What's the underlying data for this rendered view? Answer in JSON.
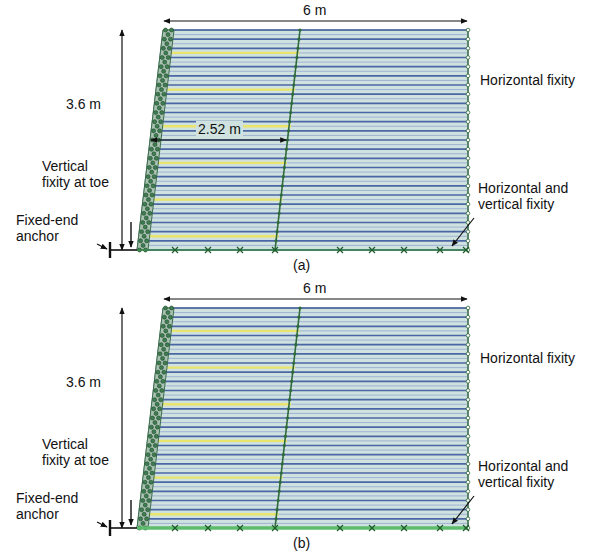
{
  "diagram": {
    "labels": [
      "6 m",
      "3.6 m",
      "2.52 m",
      "Horizontal fixity",
      "Vertical fixity at toe",
      "Fixed-end anchor",
      "Horizontal and vertical fixity",
      "(a)",
      "6 m",
      "3.6 m",
      "Horizontal fixity",
      "Vertical fixity at toe",
      "Fixed-end anchor",
      "Horizontal and vertical fixity",
      "(b)"
    ]
  }
}
